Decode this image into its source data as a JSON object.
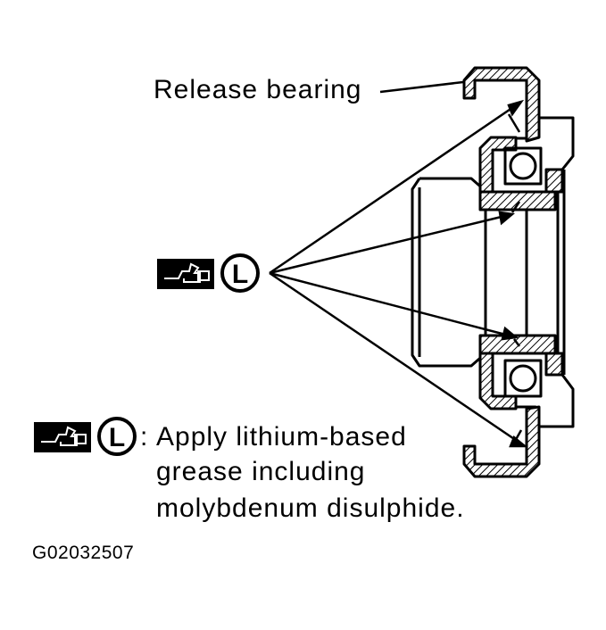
{
  "callout": {
    "component_label": "Release bearing"
  },
  "legend": {
    "symbol_letter": "L",
    "colon": ":",
    "lines": [
      "Apply lithium-based",
      "grease including",
      "molybdenum disulphide."
    ]
  },
  "figure_id": "G02032507",
  "icons": [
    "grease-gun-icon",
    "lubricant-L-icon"
  ]
}
